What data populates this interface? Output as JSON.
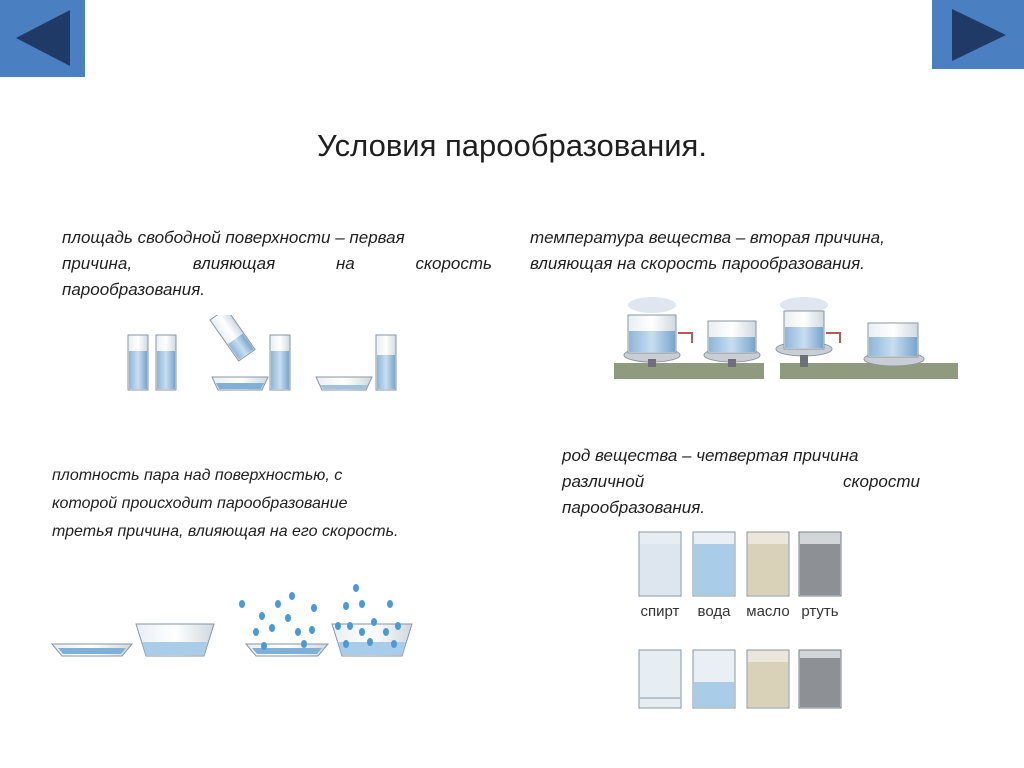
{
  "nav": {
    "prev_icon": "triangle-left-icon",
    "next_icon": "triangle-right-icon",
    "accent": "#4a7fc1",
    "arrow_color": "#1f3a66"
  },
  "slide": {
    "title": "Условия парообразования.",
    "section1": {
      "lines": [
        "площадь свободной поверхности – первая",
        "причина, влияющая на скорость",
        "парообразования."
      ]
    },
    "section2": {
      "lines": [
        "температура вещества – вторая причина,",
        "влияющая на скорость парообразования."
      ]
    },
    "section3": {
      "lines": [
        "плотность пара над поверхностью, с",
        "которой происходит парообразование",
        "третья причина, влияющая на его скорость."
      ]
    },
    "section4": {
      "lines": [
        "род вещества – четвертая причина",
        "различной скорости",
        "парообразования."
      ],
      "substances": [
        "спирт",
        "вода",
        "масло",
        "ртуть"
      ]
    }
  }
}
